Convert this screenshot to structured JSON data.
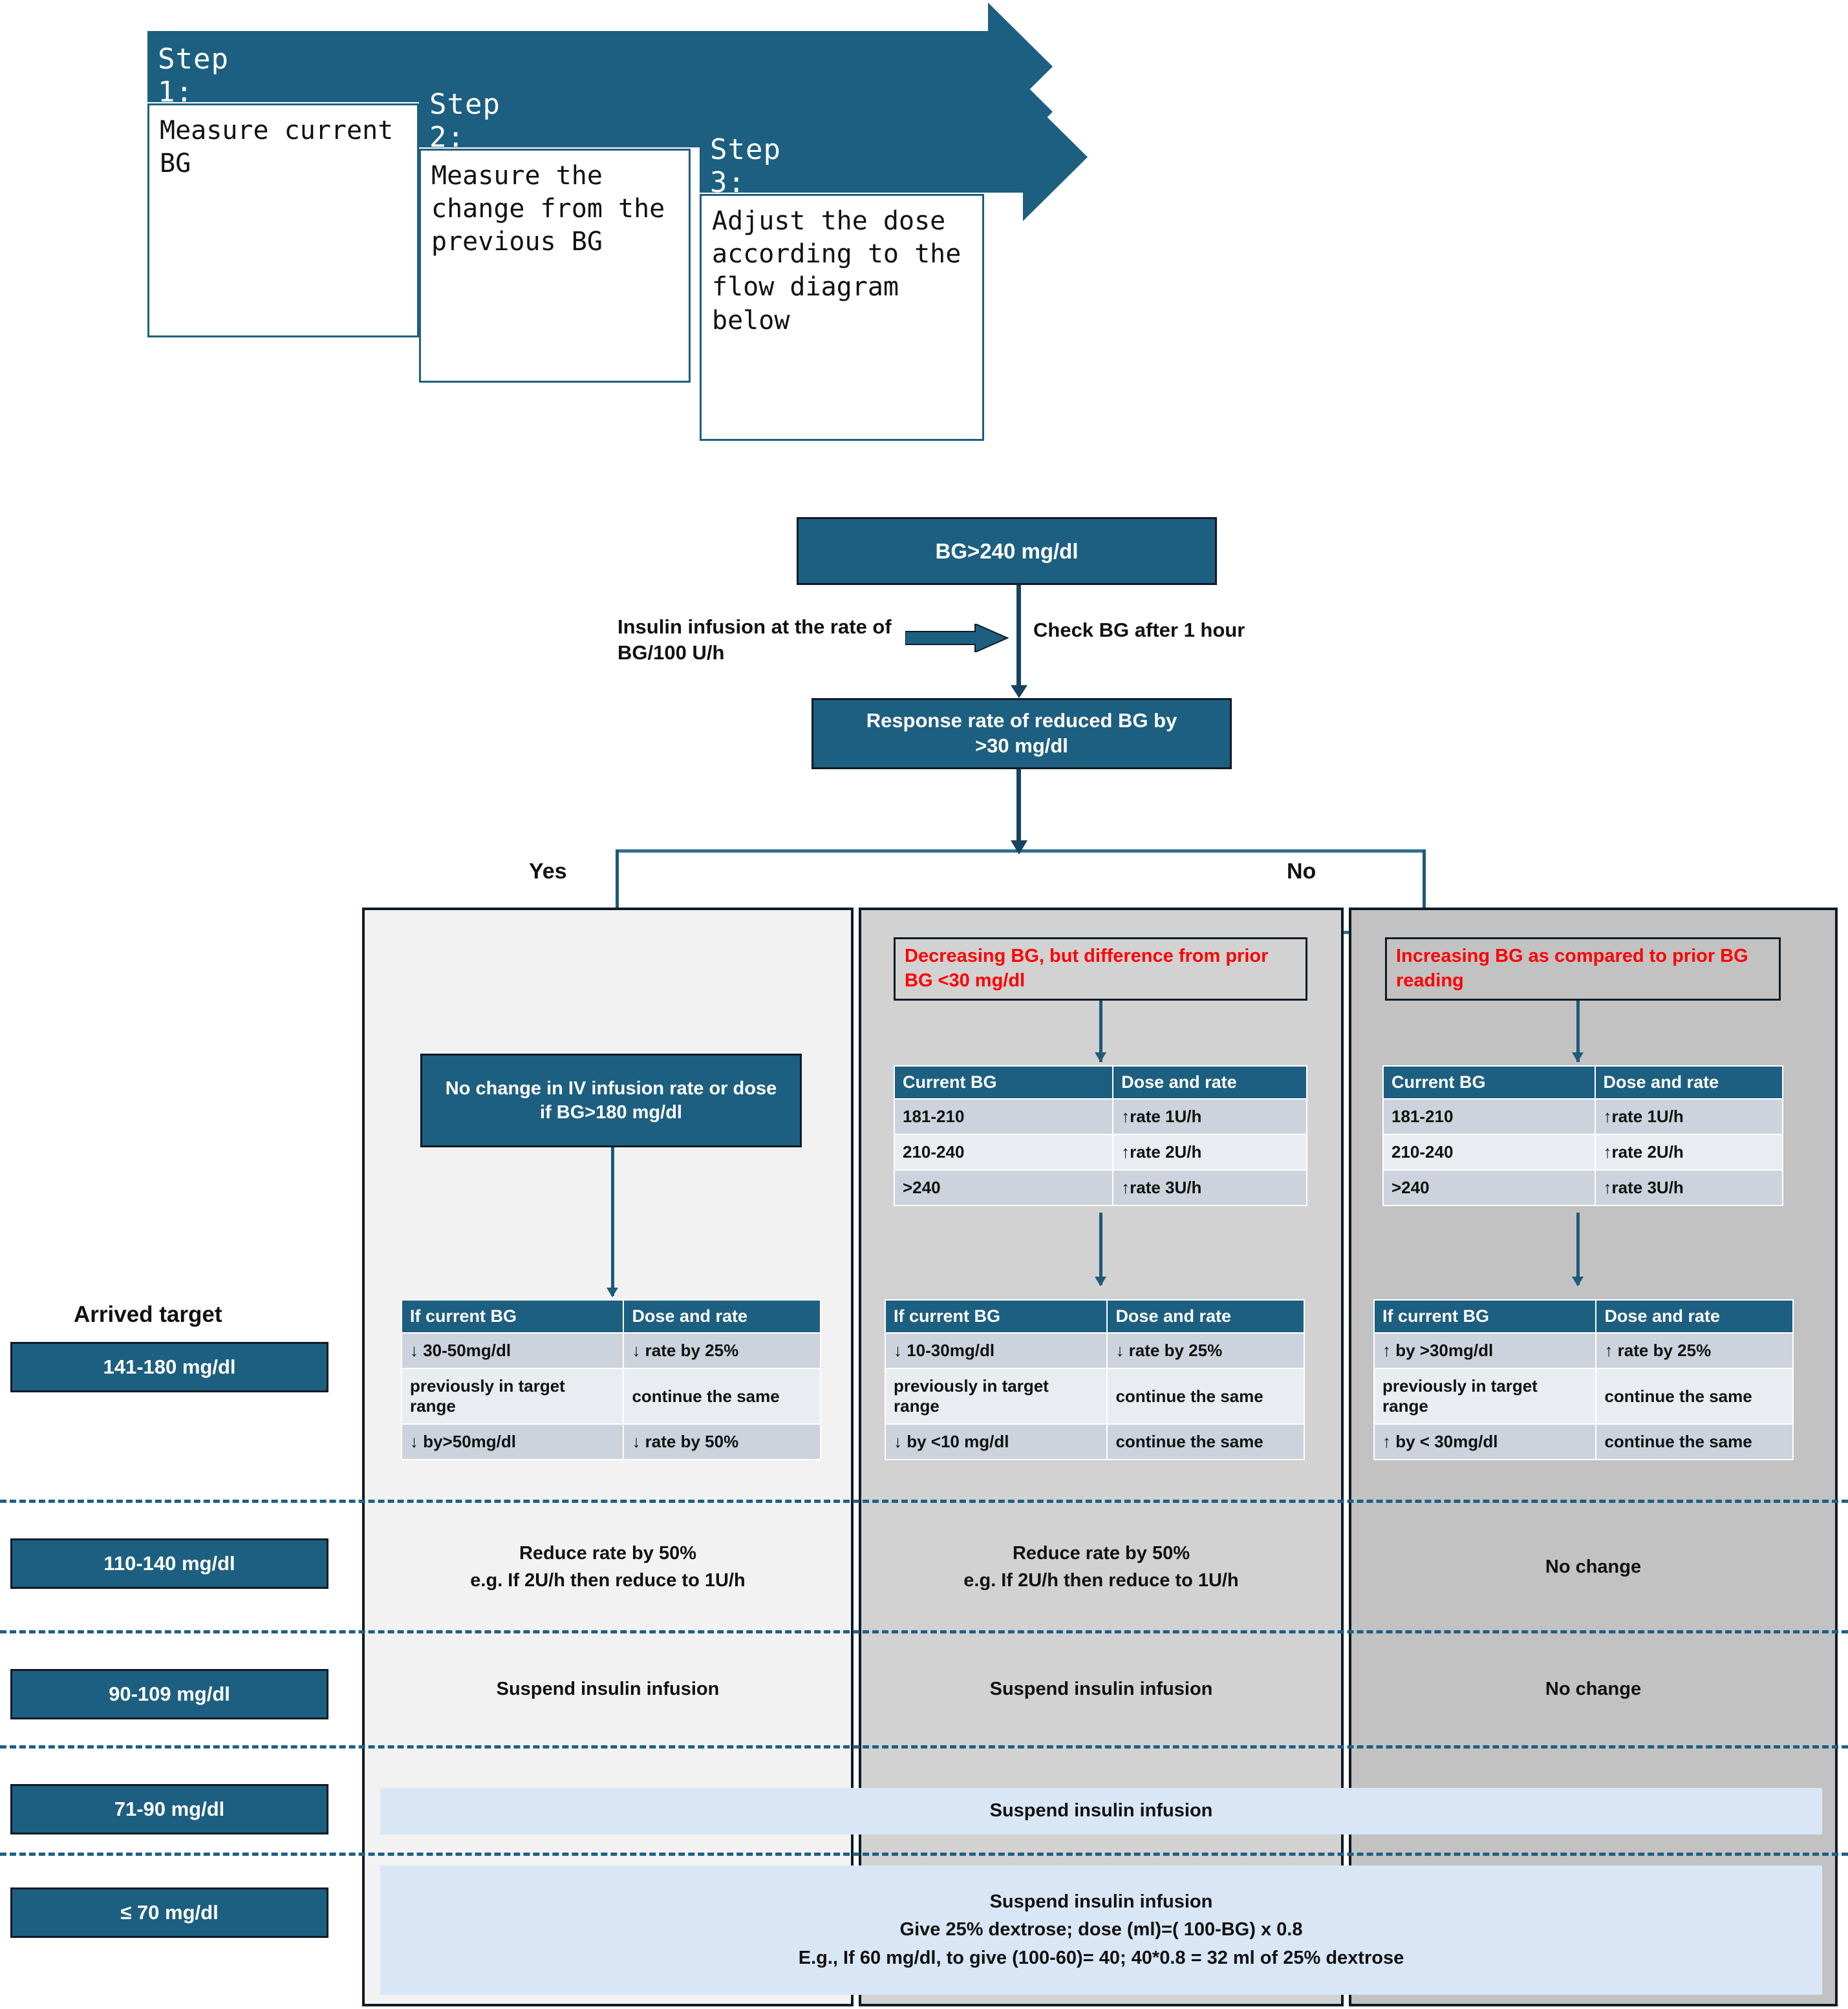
{
  "steps": [
    {
      "head": "Step 1:",
      "body": "Measure current BG"
    },
    {
      "head": "Step 2:",
      "body": "Measure the change from the previous BG"
    },
    {
      "head": "Step 3:",
      "body": "Adjust the dose according to the flow diagram below"
    }
  ],
  "flow": {
    "start_box": "BG>240 mg/dl",
    "infusion_note": "Insulin infusion at the rate of BG/100 U/h",
    "check_note": "Check BG after 1 hour",
    "decision_box": "Response rate of reduced BG by\n>30 mg/dl",
    "yes_label": "Yes",
    "no_label": "No"
  },
  "columns": {
    "yes": {
      "result_box": "No change in IV infusion rate or dose\nif BG>180 mg/dl",
      "table": {
        "headers": [
          "If current BG",
          "Dose and rate"
        ],
        "rows": [
          [
            "↓ 30-50mg/dl",
            "↓ rate by 25%"
          ],
          [
            "previously in target range",
            "continue the same"
          ],
          [
            "↓ by>50mg/dl",
            "↓ rate by 50%"
          ]
        ]
      }
    },
    "decreasing": {
      "header": "Decreasing BG, but difference from prior BG <30 mg/dl",
      "table_top": {
        "headers": [
          "Current BG",
          "Dose and rate"
        ],
        "rows": [
          [
            "181-210",
            "↑rate 1U/h"
          ],
          [
            "210-240",
            "↑rate 2U/h"
          ],
          [
            ">240",
            "↑rate 3U/h"
          ]
        ]
      },
      "table_bottom": {
        "headers": [
          "If current BG",
          "Dose and rate"
        ],
        "rows": [
          [
            "↓ 10-30mg/dl",
            "↓ rate by 25%"
          ],
          [
            "previously in target range",
            "continue the same"
          ],
          [
            "↓ by <10 mg/dl",
            "continue the same"
          ]
        ]
      }
    },
    "increasing": {
      "header": "Increasing BG as compared to prior BG reading",
      "table_top": {
        "headers": [
          "Current BG",
          "Dose and rate"
        ],
        "rows": [
          [
            "181-210",
            "↑rate 1U/h"
          ],
          [
            "210-240",
            "↑rate 2U/h"
          ],
          [
            ">240",
            "↑rate 3U/h"
          ]
        ]
      },
      "table_bottom": {
        "headers": [
          "If current BG",
          "Dose and rate"
        ],
        "rows": [
          [
            "↑ by >30mg/dl",
            "↑ rate by 25%"
          ],
          [
            "previously in target range",
            "continue the same"
          ],
          [
            "↑ by < 30mg/dl",
            "continue the same"
          ]
        ]
      }
    }
  },
  "bg_ranges": {
    "title": "Arrived target",
    "items": [
      "141-180 mg/dl",
      "110-140 mg/dl",
      "90-109 mg/dl",
      "71-90 mg/dl",
      "≤ 70 mg/dl"
    ]
  },
  "actions": {
    "row_110_140": {
      "yes": "Reduce rate by 50%\ne.g. If 2U/h then reduce to 1U/h",
      "decreasing": "Reduce rate by 50%\ne.g. If 2U/h then reduce to 1U/h",
      "increasing": "No change"
    },
    "row_90_109": {
      "yes": "Suspend insulin infusion",
      "decreasing": "Suspend insulin infusion",
      "increasing": "No change"
    },
    "row_71_90": {
      "band": "Suspend insulin infusion"
    },
    "row_le70": {
      "band": "Suspend insulin infusion\nGive 25% dextrose; dose (ml)=( 100-BG) x 0.8\nE.g., If 60 mg/dl, to give (100-60)= 40; 40*0.8 = 32 ml of 25% dextrose"
    }
  },
  "colors": {
    "brand_blue": "#1d5f80",
    "red_text": "#ff0000",
    "panel_yes": "#f2f2f2",
    "panel_decreasing": "#d2d2d2",
    "panel_increasing": "#c2c2c2",
    "band_blue": "#d9e6f5"
  }
}
